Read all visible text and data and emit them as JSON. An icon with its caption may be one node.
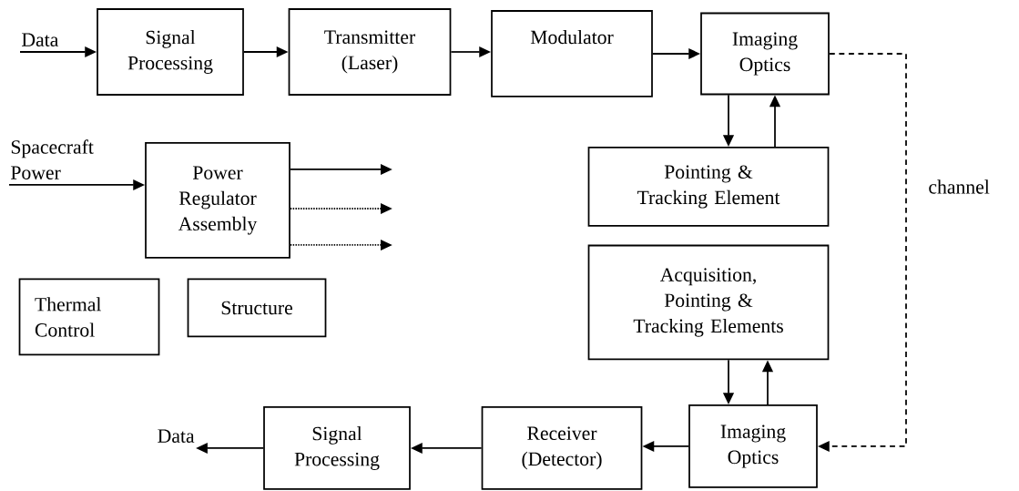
{
  "diagram": {
    "nodes": [
      {
        "text": [
          "Data"
        ]
      },
      {
        "text": [
          "Signal Processing"
        ]
      },
      {
        "text": [
          "Transmitter (Laser)"
        ]
      },
      {
        "text": [
          "Modulator"
        ]
      },
      {
        "text": [
          "Imaging Optics"
        ]
      },
      {
        "text": [
          "Pointing & Tracking Element"
        ]
      },
      {
        "text": [
          "Spacecraft Power"
        ]
      },
      {
        "text": [
          "Power Regulator Assembly"
        ]
      },
      {
        "text": [
          "Thermal Control"
        ]
      },
      {
        "text": [
          "Structure"
        ]
      },
      {
        "text": [
          "Acquisition, Pointing & Tracking Elements"
        ]
      },
      {
        "text": [
          "Imaging Optics"
        ]
      },
      {
        "text": [
          "Receiver (Detector)"
        ]
      },
      {
        "text": [
          "Signal Processing"
        ]
      },
      {
        "text": [
          "Data"
        ]
      }
    ],
    "edges": [
      {
        "from": 0,
        "to": 1,
        "arrow": "to"
      },
      {
        "from": 1,
        "to": 2,
        "arrow": "to"
      },
      {
        "from": 2,
        "to": 3,
        "arrow": "to"
      },
      {
        "from": 3,
        "to": 4,
        "arrow": "to"
      },
      {
        "from": 4,
        "to": 5,
        "arrow": "to"
      },
      {
        "from": 5,
        "to": 4,
        "arrow": "to"
      },
      {
        "from": 6,
        "to": 7,
        "arrow": "to"
      },
      {
        "from": 7,
        "to": null,
        "arrow": "to"
      },
      {
        "from": 7,
        "to": null,
        "arrow": "to",
        "style": "dashed"
      },
      {
        "from": 7,
        "to": null,
        "arrow": "to",
        "style": "dashed"
      },
      {
        "from": 4,
        "to": 11,
        "arrow": "to",
        "style": "dashed",
        "label": "channel"
      },
      {
        "from": 10,
        "to": 11,
        "arrow": "to"
      },
      {
        "from": 11,
        "to": 10,
        "arrow": "to"
      },
      {
        "from": 11,
        "to": 12,
        "arrow": "to"
      },
      {
        "from": 12,
        "to": 13,
        "arrow": "to"
      },
      {
        "from": 13,
        "to": 14,
        "arrow": "to"
      }
    ]
  }
}
